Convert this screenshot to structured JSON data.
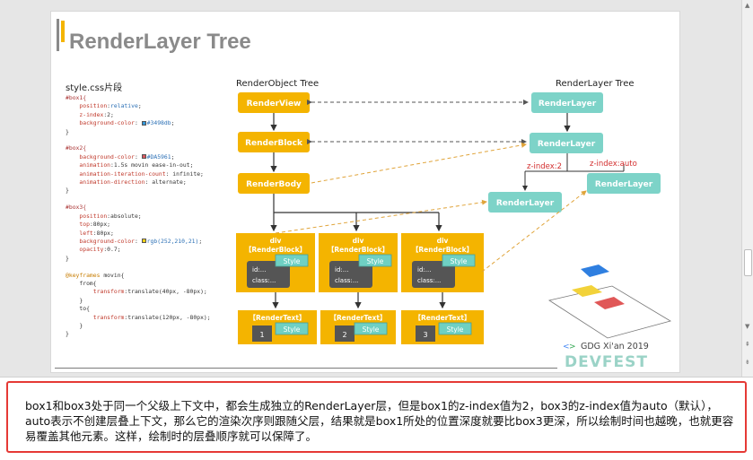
{
  "slide": {
    "title": "RenderLayer Tree",
    "code_heading": "style.css片段",
    "code_lines": [
      [
        [
          "sel",
          "#box1{"
        ]
      ],
      [
        [
          "pad",
          "    "
        ],
        [
          "prop",
          "position"
        ],
        [
          "txt",
          ":"
        ],
        [
          "val",
          "relative"
        ],
        [
          "txt",
          ";"
        ]
      ],
      [
        [
          "pad",
          "    "
        ],
        [
          "prop",
          "z-index"
        ],
        [
          "txt",
          ":2;"
        ]
      ],
      [
        [
          "pad",
          "    "
        ],
        [
          "prop",
          "background-color"
        ],
        [
          "txt",
          ": "
        ],
        [
          "sw",
          "#3498db"
        ],
        [
          "val",
          "#3498db"
        ],
        [
          "txt",
          ";"
        ]
      ],
      [
        [
          "txt",
          "}"
        ]
      ],
      [
        [
          "txt",
          ""
        ]
      ],
      [
        [
          "sel",
          "#box2{"
        ]
      ],
      [
        [
          "pad",
          "    "
        ],
        [
          "prop",
          "background-color"
        ],
        [
          "txt",
          ": "
        ],
        [
          "sw",
          "#DA5961"
        ],
        [
          "val",
          "#DA5961"
        ],
        [
          "txt",
          ";"
        ]
      ],
      [
        [
          "pad",
          "    "
        ],
        [
          "prop",
          "animation"
        ],
        [
          "txt",
          ":1.5s movin ease-in-out;"
        ]
      ],
      [
        [
          "pad",
          "    "
        ],
        [
          "prop",
          "animation-iteration-count"
        ],
        [
          "txt",
          ": infinite;"
        ]
      ],
      [
        [
          "pad",
          "    "
        ],
        [
          "prop",
          "animation-direction"
        ],
        [
          "txt",
          ": alternate;"
        ]
      ],
      [
        [
          "txt",
          "}"
        ]
      ],
      [
        [
          "txt",
          ""
        ]
      ],
      [
        [
          "sel",
          "#box3{"
        ]
      ],
      [
        [
          "pad",
          "    "
        ],
        [
          "prop",
          "position"
        ],
        [
          "txt",
          ":absolute;"
        ]
      ],
      [
        [
          "pad",
          "    "
        ],
        [
          "prop",
          "top"
        ],
        [
          "txt",
          ":80px;"
        ]
      ],
      [
        [
          "pad",
          "    "
        ],
        [
          "prop",
          "left"
        ],
        [
          "txt",
          ":80px;"
        ]
      ],
      [
        [
          "pad",
          "    "
        ],
        [
          "prop",
          "background-color"
        ],
        [
          "txt",
          ": "
        ],
        [
          "sw",
          "#fcd215"
        ],
        [
          "val",
          "rgb(252,210,21)"
        ],
        [
          "txt",
          ";"
        ]
      ],
      [
        [
          "pad",
          "    "
        ],
        [
          "prop",
          "opacity"
        ],
        [
          "txt",
          ":0.7;"
        ]
      ],
      [
        [
          "txt",
          "}"
        ]
      ],
      [
        [
          "txt",
          ""
        ]
      ],
      [
        [
          "at",
          "@keyframes"
        ],
        [
          "txt",
          " movin{"
        ]
      ],
      [
        [
          "pad",
          "    "
        ],
        [
          "txt",
          "from{"
        ]
      ],
      [
        [
          "pad",
          "        "
        ],
        [
          "prop",
          "transform"
        ],
        [
          "txt",
          ":translate(40px, -80px);"
        ]
      ],
      [
        [
          "pad",
          "    "
        ],
        [
          "txt",
          "}"
        ]
      ],
      [
        [
          "pad",
          "    "
        ],
        [
          "txt",
          "to{"
        ]
      ],
      [
        [
          "pad",
          "        "
        ],
        [
          "prop",
          "transform"
        ],
        [
          "txt",
          ":translate(120px, -80px);"
        ]
      ],
      [
        [
          "pad",
          "    "
        ],
        [
          "txt",
          "}"
        ]
      ],
      [
        [
          "txt",
          "}"
        ]
      ]
    ],
    "diagram": {
      "ro_tree_label": "RenderObject Tree",
      "rl_tree_label": "RenderLayer Tree",
      "render_view": "RenderView",
      "render_block": "RenderBlock",
      "render_body": "RenderBody",
      "render_layer": "RenderLayer",
      "zindex_2": "z-index:2",
      "zindex_auto": "z-index:auto",
      "div": "div",
      "div_block": "【RenderBlock】",
      "style": "Style",
      "id": "id:...",
      "class": "class:...",
      "render_text": "【RenderText】",
      "text_nums": [
        "1",
        "2",
        "3"
      ]
    },
    "footer": {
      "gdg": "GDG Xi'an 2019",
      "devfest": "DEVFEST"
    }
  },
  "notes": {
    "text": "box1和box3处于同一个父级上下文中，都会生成独立的RenderLayer层，但是box1的z-index值为2，box3的z-index值为auto（默认），auto表示不创建层叠上下文，那么它的渲染次序则跟随父层，结果就是box1所处的位置深度就要比box3更深，所以绘制时间也越晚，也就更容易覆盖其他元素。这样，绘制时的层叠顺序就可以保障了。"
  },
  "colors": {
    "node_orange": "#f4b400",
    "layer_teal": "#7dd3c8",
    "highlight_red": "#e53935"
  }
}
